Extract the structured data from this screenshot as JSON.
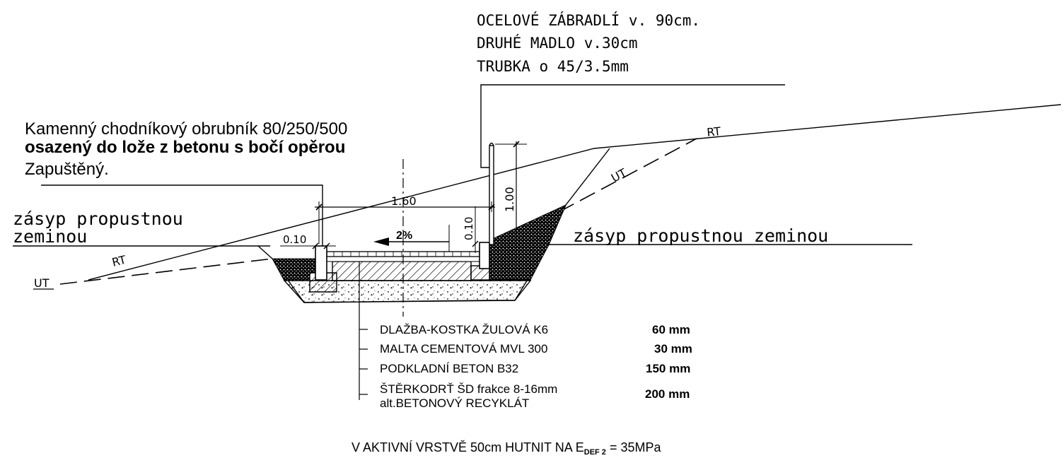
{
  "railing": {
    "line1": "OCELOVÉ ZÁBRADLÍ v. 90cm.",
    "line2": "DRUHÉ MADLO v.30cm",
    "line3": "TRUBKA o 45/3.5mm"
  },
  "curb": {
    "line1": "Kamenný chodníkový obrubník 80/250/500",
    "line2": "osazený do lože z betonu s bočí opěrou",
    "line3": "Zapuštěný."
  },
  "backfill_left_1": "zásyp propustnou",
  "backfill_left_2": "zeminou",
  "backfill_right": "zásyp propustnou zeminou",
  "labels": {
    "rt": "RT",
    "ut": "UT",
    "dim_width": "1.60",
    "dim_010_left": "0.10",
    "dim_010_right": "0.10",
    "dim_height": "1.00",
    "slope": "2%"
  },
  "layers": [
    {
      "name": "DLAŽBA-KOSTKA ŽULOVÁ K6",
      "thickness": "60 mm"
    },
    {
      "name": "MALTA CEMENTOVÁ MVL 300",
      "thickness": "30 mm"
    },
    {
      "name": "PODKLADNÍ BETON B32",
      "thickness": "150 mm"
    },
    {
      "name": "ŠTĚRKODRŤ ŠD frakce 8-16mm",
      "name2": "alt.BETONOVÝ RECYKLÁT",
      "thickness": "200 mm"
    }
  ],
  "compaction": {
    "main": "V AKTIVNÍ VRSTVĚ 50cm  HUTNIT NA E",
    "sub": "DEF 2",
    "tail": " = 35MPa"
  },
  "colors": {
    "line": "#000000",
    "background": "#ffffff"
  }
}
